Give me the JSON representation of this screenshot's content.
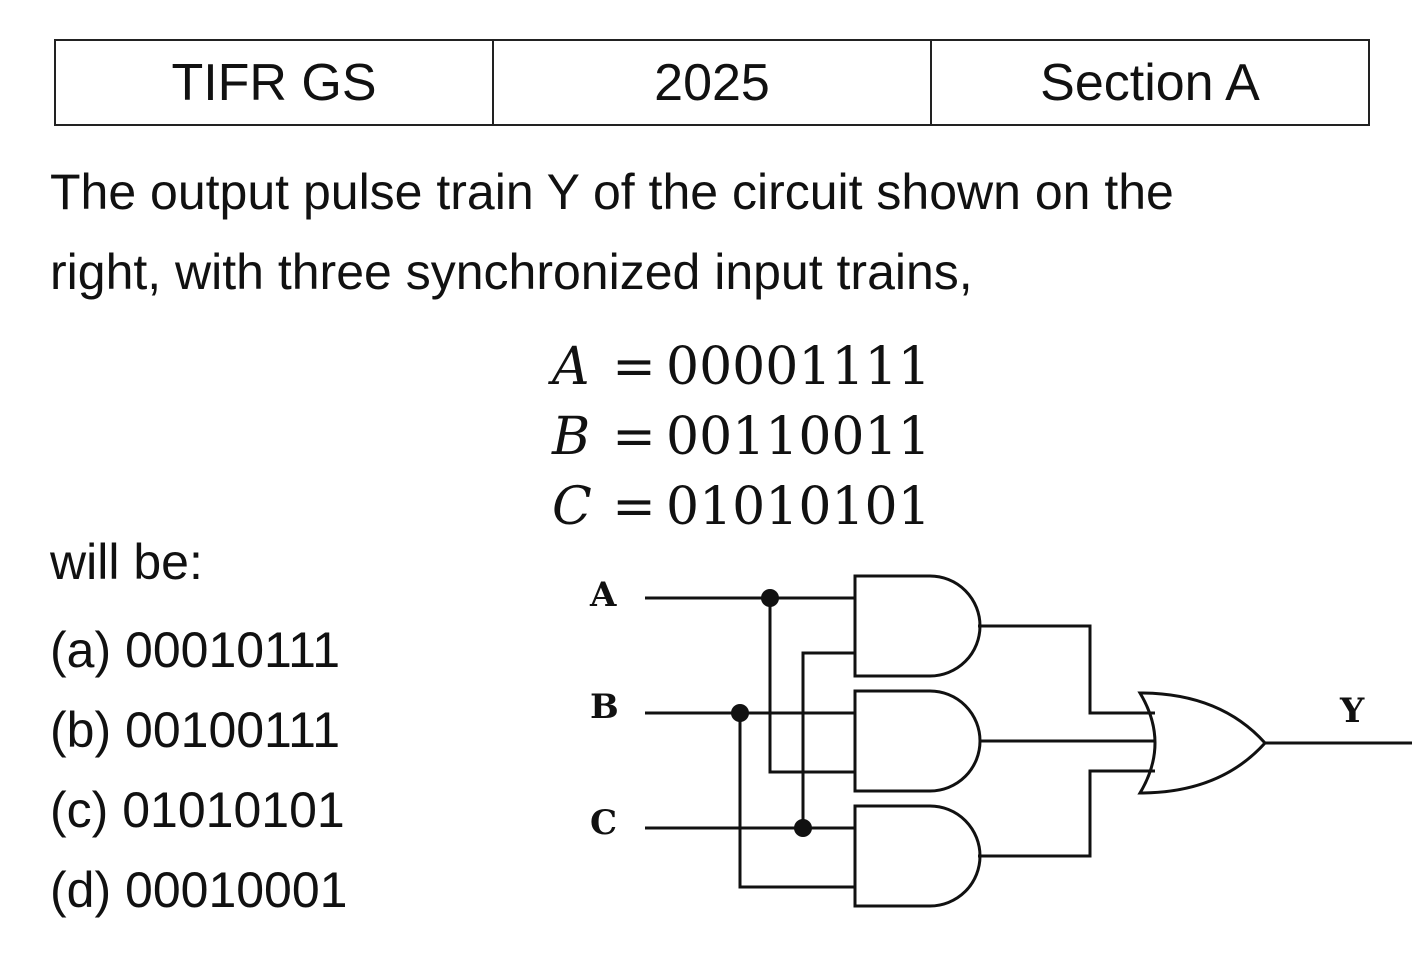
{
  "header": {
    "cells": [
      "TIFR GS",
      "2025",
      "Section A"
    ]
  },
  "question": {
    "line1": "The output pulse train Y of the circuit shown on the",
    "line2": "right, with three synchronized input trains,"
  },
  "equations": [
    {
      "var": "A",
      "sign": "=",
      "value": "00001111"
    },
    {
      "var": "B",
      "sign": "=",
      "value": "00110011"
    },
    {
      "var": "C",
      "sign": "=",
      "value": "01010101"
    }
  ],
  "prompt_tail": "will be:",
  "options": [
    {
      "label": "(a)",
      "value": "00010111"
    },
    {
      "label": "(b)",
      "value": "00100111"
    },
    {
      "label": "(c)",
      "value": "01010101"
    },
    {
      "label": "(d)",
      "value": "00010001"
    }
  ],
  "circuit": {
    "input_labels": [
      "A",
      "B",
      "C"
    ],
    "output_label": "Y"
  }
}
